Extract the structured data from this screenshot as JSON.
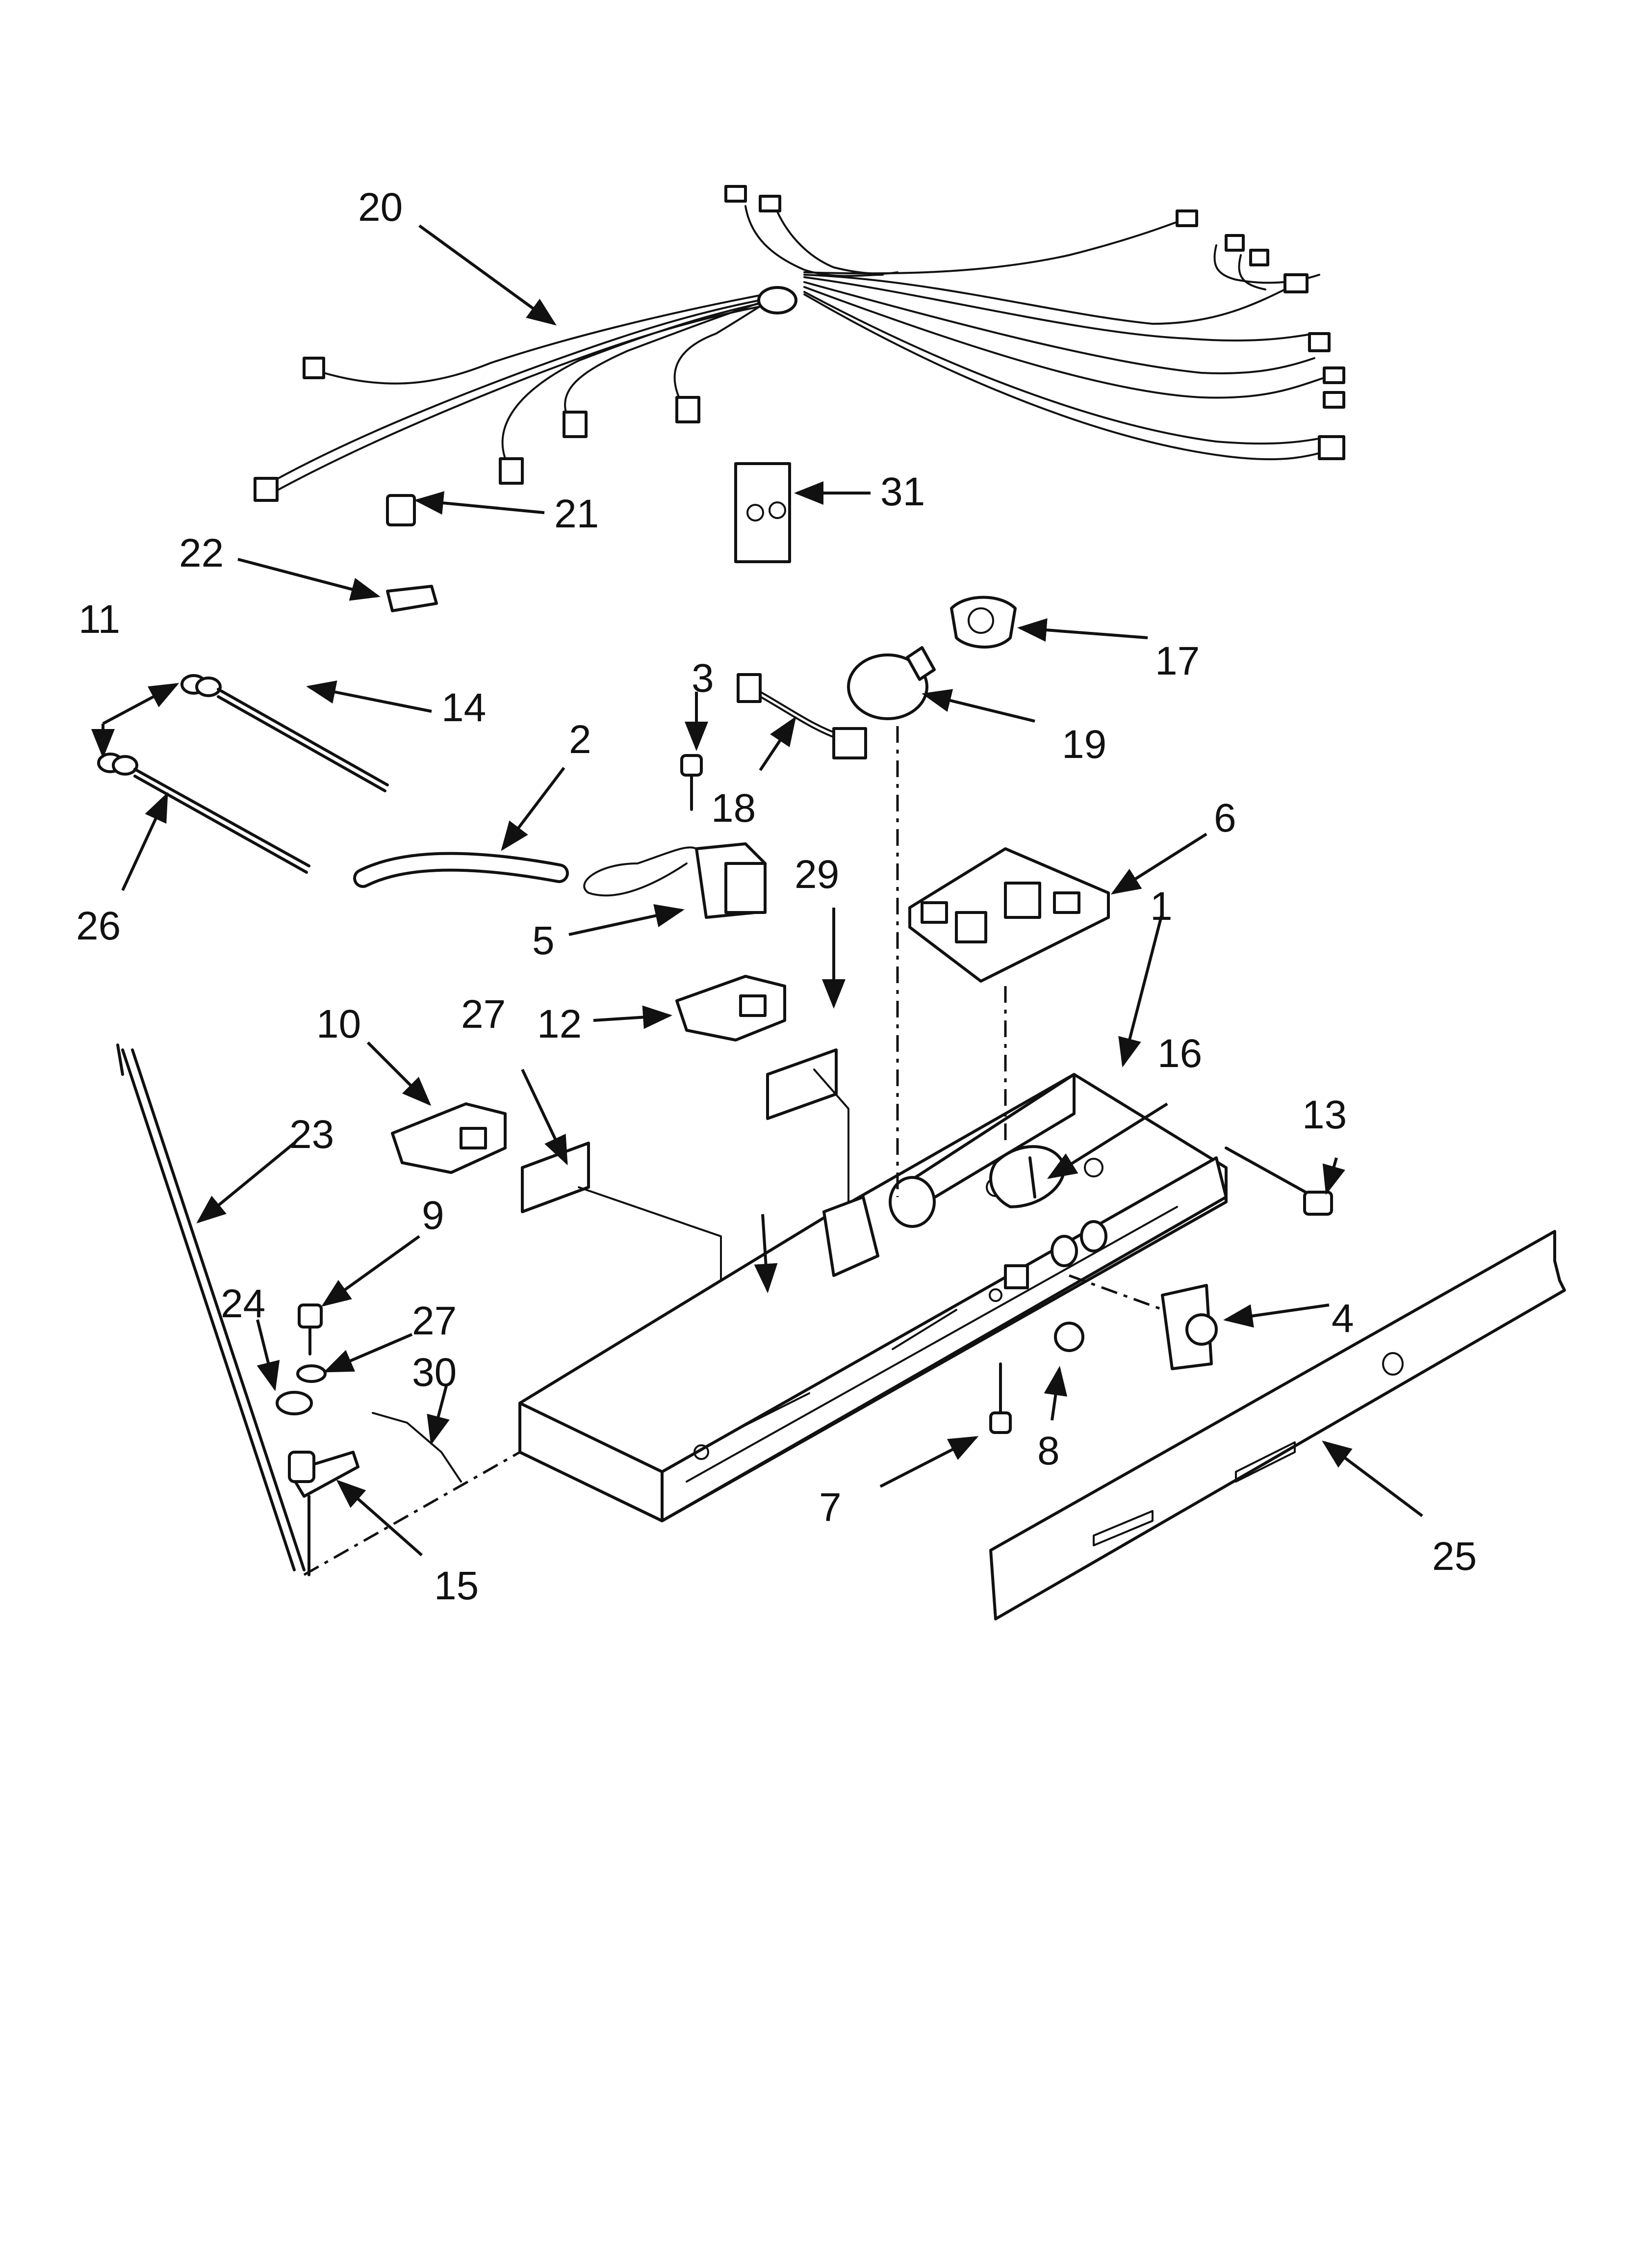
{
  "callouts": [
    {
      "id": "c1",
      "text": "1"
    },
    {
      "id": "c2",
      "text": "2"
    },
    {
      "id": "c3",
      "text": "3"
    },
    {
      "id": "c4",
      "text": "4"
    },
    {
      "id": "c5",
      "text": "5"
    },
    {
      "id": "c6",
      "text": "6"
    },
    {
      "id": "c7",
      "text": "7"
    },
    {
      "id": "c8",
      "text": "8"
    },
    {
      "id": "c9",
      "text": "9"
    },
    {
      "id": "c10",
      "text": "10"
    },
    {
      "id": "c11",
      "text": "11"
    },
    {
      "id": "c12",
      "text": "12"
    },
    {
      "id": "c13",
      "text": "13"
    },
    {
      "id": "c14",
      "text": "14"
    },
    {
      "id": "c15",
      "text": "15"
    },
    {
      "id": "c16",
      "text": "16"
    },
    {
      "id": "c17",
      "text": "17"
    },
    {
      "id": "c18",
      "text": "18"
    },
    {
      "id": "c19",
      "text": "19"
    },
    {
      "id": "c20",
      "text": "20"
    },
    {
      "id": "c21",
      "text": "21"
    },
    {
      "id": "c22",
      "text": "22"
    },
    {
      "id": "c23",
      "text": "23"
    },
    {
      "id": "c24",
      "text": "24"
    },
    {
      "id": "c25",
      "text": "25"
    },
    {
      "id": "c26",
      "text": "26"
    },
    {
      "id": "c27a",
      "text": "27"
    },
    {
      "id": "c27b",
      "text": "27"
    },
    {
      "id": "c29",
      "text": "29"
    },
    {
      "id": "c30",
      "text": "30"
    },
    {
      "id": "c31",
      "text": "31"
    }
  ]
}
